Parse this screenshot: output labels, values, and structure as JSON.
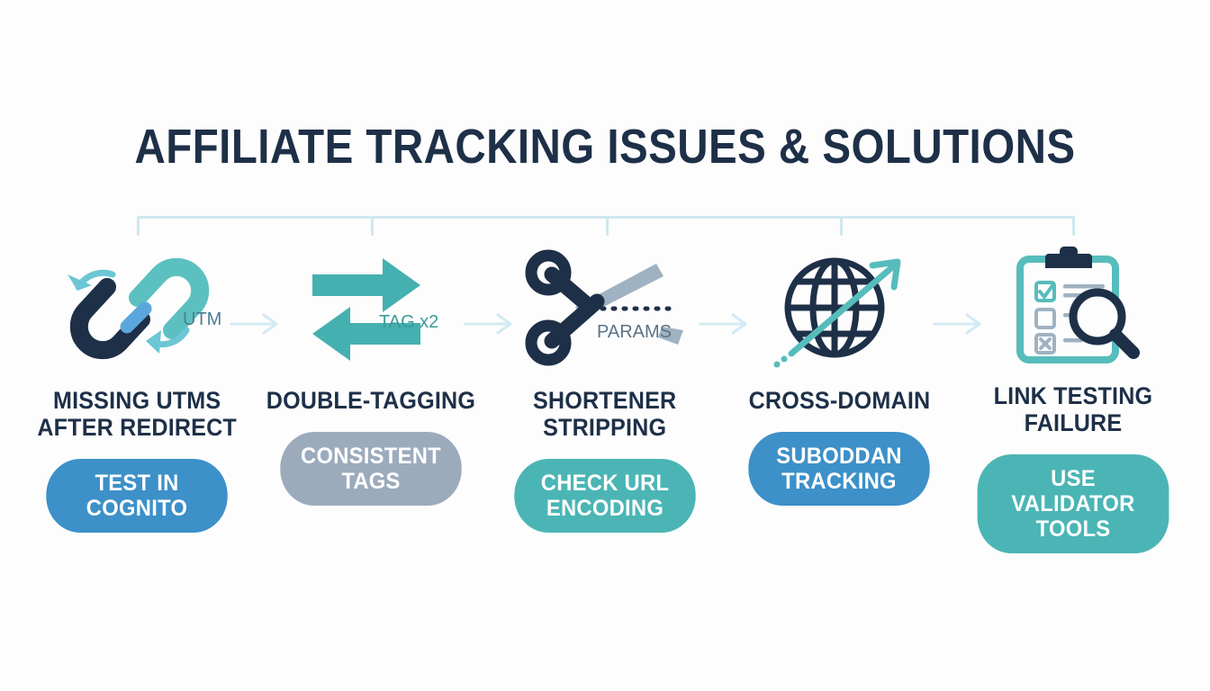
{
  "title": "AFFILIATE TRACKING ISSUES & SOLUTIONS",
  "theme": {
    "background": "#fdfdfd",
    "navy": "#1e3048",
    "teal": "#4bb5b5",
    "light_teal": "#6cc6c6",
    "blue": "#3d90c8",
    "slate": "#9cabbc",
    "line_blue": "#cfe8ef"
  },
  "bracket": {
    "tick_count": 5
  },
  "columns": [
    {
      "icon": "broken-chain-link-icon",
      "icon_caption": "UTM",
      "label": "MISSING UTMS\nAFTER REDIRECT",
      "solution": "TEST IN\nCOGNITO",
      "solution_color": "#3d90c8"
    },
    {
      "icon": "two-way-arrows-icon",
      "icon_caption": "TAG x2",
      "label": "DOUBLE-TAGGING",
      "solution": "CONSISTENT\nTAGS",
      "solution_color": "#9cabbc"
    },
    {
      "icon": "scissors-cut-icon",
      "icon_caption": "PARAMS",
      "label": "SHORTENER\nSTRIPPING",
      "solution": "CHECK URL\nENCODING",
      "solution_color": "#4bb5b5"
    },
    {
      "icon": "globe-arrow-icon",
      "icon_caption": "",
      "label": "CROSS-DOMAIN",
      "solution": "SUBODDAN\nTRACKING",
      "solution_color": "#3d90c8"
    },
    {
      "icon": "clipboard-magnifier-icon",
      "icon_caption": "",
      "label": "LINK TESTING\nFAILURE",
      "solution": "USE VALIDATOR\nTOOLS",
      "solution_color": "#4bb5b5"
    }
  ],
  "connectors": [
    {
      "name": "arrow-1-2"
    },
    {
      "name": "arrow-2-3"
    },
    {
      "name": "arrow-3-4"
    },
    {
      "name": "arrow-4-5"
    }
  ]
}
